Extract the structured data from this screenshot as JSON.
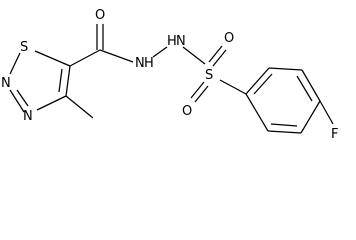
{
  "molecule": {
    "atoms": {
      "s_ring": "S",
      "n_ring_1": "N",
      "n_ring_2": "N",
      "o_carbonyl": "O",
      "nh_amide": "N",
      "h_amide": "H",
      "nh_sulfonyl": "N",
      "h_sulfonyl": "H",
      "s_sulfonyl": "S",
      "o_sulfonyl_top": "O",
      "o_sulfonyl_bottom": "O",
      "fluorine": "F"
    }
  }
}
